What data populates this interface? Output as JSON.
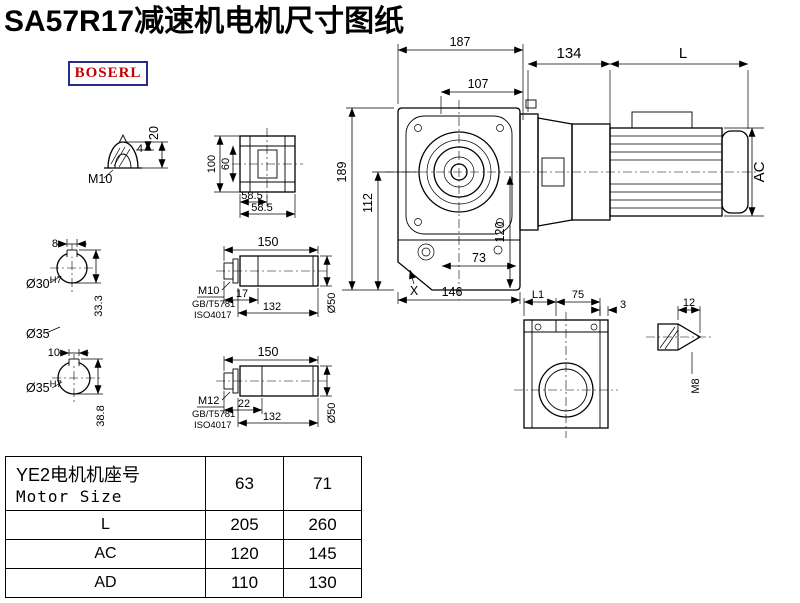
{
  "title": "SA57R17减速机电机尺寸图纸",
  "logo_text": "BOSERL",
  "main_view": {
    "dim_top_width": "187",
    "dim_inner_width": "107",
    "dim_motor_flange": "134",
    "dim_motor_length": "L",
    "dim_total_height": "189",
    "dim_center_height": "112",
    "dim_inner_height": "120",
    "dim_foot_width": "73",
    "dim_base_width": "146",
    "dim_motor_diameter": "AC",
    "label_x_mark": "X"
  },
  "plug_view": {
    "dim_height": "20",
    "dim_step": "4",
    "label_thread": "M10"
  },
  "flange_view": {
    "dim_height": "100",
    "dim_inner_height": "60",
    "dim_half_width_upper": "58.5",
    "dim_half_width_lower": "58.5"
  },
  "bore_view_1": {
    "dim_keyway_width": "8",
    "label_bore": "Ø30",
    "label_tolerance": "H7",
    "dim_keyway_height": "33.3"
  },
  "bore_view_2": {
    "label_outer": "Ø35",
    "dim_keyway_width": "10",
    "label_bore": "Ø35",
    "label_tolerance": "H7",
    "dim_keyway_height": "38.8"
  },
  "shaft_detail_1": {
    "dim_length": "150",
    "label_thread": "M10",
    "label_standard_1": "GB/T5781",
    "label_standard_2": "ISO4017",
    "dim_thread_depth": "17",
    "dim_usable_length": "132",
    "dim_diameter": "Ø50"
  },
  "shaft_detail_2": {
    "dim_length": "150",
    "label_thread": "M12",
    "label_standard_1": "GB/T5781",
    "label_standard_2": "ISO4017",
    "dim_thread_depth": "22",
    "dim_usable_length": "132",
    "dim_diameter": "Ø50"
  },
  "output_view": {
    "dim_l1": "L1",
    "dim_75": "75",
    "dim_3": "3"
  },
  "pin_view": {
    "dim_length": "12",
    "label_thread": "M8"
  },
  "table": {
    "header_cn": "YE2电机机座号",
    "header_en": "Motor Size",
    "frame_63": "63",
    "frame_71": "71",
    "rows": [
      {
        "label": "L",
        "v63": "205",
        "v71": "260"
      },
      {
        "label": "AC",
        "v63": "120",
        "v71": "145"
      },
      {
        "label": "AD",
        "v63": "110",
        "v71": "130"
      }
    ]
  }
}
